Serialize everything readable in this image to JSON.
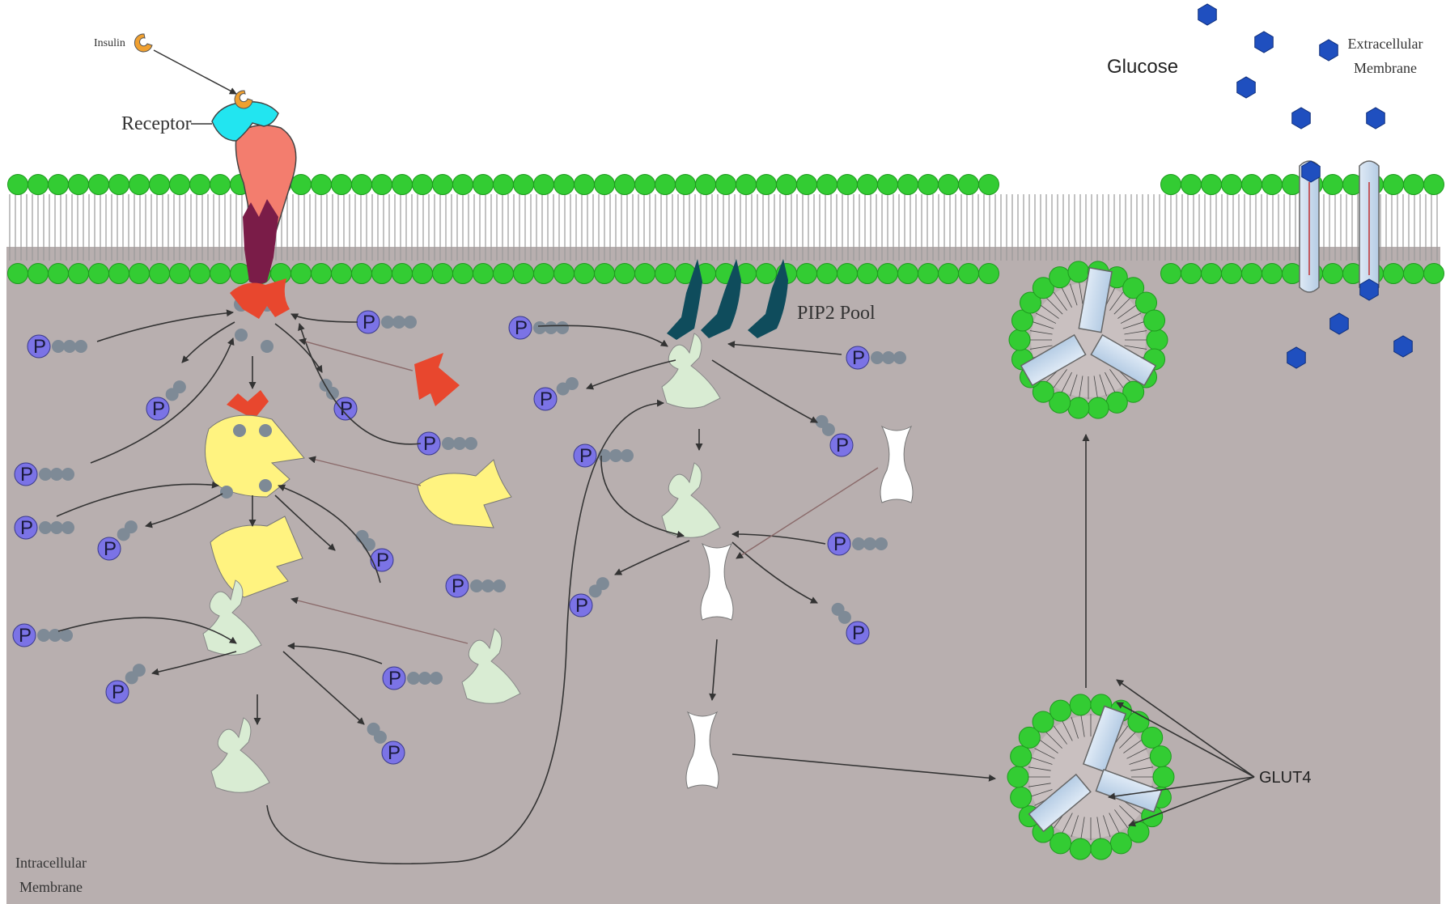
{
  "labels": {
    "insulin": "Insulin",
    "receptor": "Receptor",
    "glucose": "Glucose",
    "extracellular": [
      "Extracellular",
      "Membrane"
    ],
    "pip2": "PIP2 Pool",
    "glut4": "GLUT4",
    "intracellular": [
      "Intracellular",
      "Membrane"
    ]
  },
  "phosphate_symbol": "P",
  "colors": {
    "cytoplasm": "#b8afaf",
    "lipid_head": "#33cc33",
    "lipid_tail": "#9a9a9a",
    "receptor_top": "#22e5f0",
    "receptor_body": "#f37d6e",
    "receptor_kinase": "#7a1c48",
    "insulin": "#f0a030",
    "irs": "#e8472e",
    "pi3k": "#fff380",
    "pdk": "#d9ecd3",
    "pip2": "#0f4c5c",
    "akt": "#ffffff",
    "glucose": "#1f4fbf",
    "glut4": "#c8dcee",
    "phosphate": "#7b73e6",
    "phosphate_chain": "#7e8a96",
    "arrow": "#333333"
  }
}
